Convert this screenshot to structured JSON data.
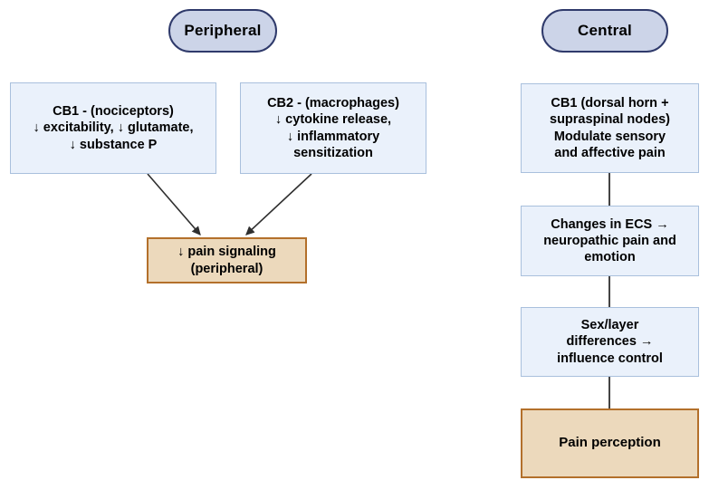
{
  "diagram": {
    "title_hidden": "",
    "columns": [
      {
        "header": "Peripheral",
        "nodes": [
          {
            "id": "cb1-peripheral",
            "text": "CB1 - (nociceptors)\n↓ excitability, ↓ glutamate,\n↓ substance P",
            "style": "blue"
          },
          {
            "id": "cb2-macrophages",
            "text": "CB2 - (macrophages)\n↓ cytokine release,\n↓ inflammatory\nsensitization",
            "style": "blue"
          },
          {
            "id": "pain-signaling-peripheral",
            "text": "↓ pain signaling\n(peripheral)",
            "style": "orange"
          }
        ]
      },
      {
        "header": "Central",
        "nodes": [
          {
            "id": "cb1-central",
            "text": "CB1 (dorsal horn +\nsupraspinal nodes)\nModulate sensory\nand affective pain",
            "style": "blue"
          },
          {
            "id": "changes-in-ecs",
            "text": "Changes in ECS →\nneuropathic pain and\nemotion",
            "style": "blue"
          },
          {
            "id": "sex-layer-differences",
            "text": "Sex/layer\ndifferences →\ninfluence control",
            "style": "blue"
          },
          {
            "id": "pain-perception",
            "text": "Pain perception",
            "style": "orange"
          }
        ]
      }
    ],
    "connectors": [
      {
        "id": "cb1-to-pain-signaling",
        "kind": "arrow"
      },
      {
        "id": "cb2-to-pain-signaling",
        "kind": "arrow"
      },
      {
        "id": "cb1central-to-ecs",
        "kind": "line"
      },
      {
        "id": "ecs-to-sexlayer",
        "kind": "line"
      },
      {
        "id": "sexlayer-to-painperception",
        "kind": "line"
      }
    ]
  },
  "colors": {
    "pill_fill": "#ccd4e8",
    "pill_border": "#2f3a6b",
    "blue_fill": "#eaf1fb",
    "blue_border": "#a9c0dd",
    "orange_fill": "#ecd9bc",
    "orange_border": "#b3702b",
    "connector": "#2f2f2f",
    "background": "#ffffff",
    "text": "#000000"
  }
}
